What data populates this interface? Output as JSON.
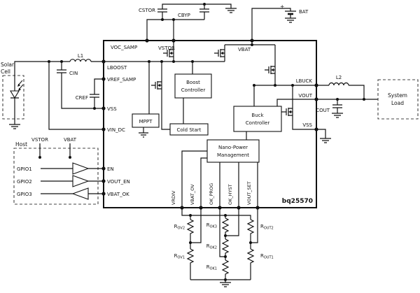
{
  "chip": {
    "name": "bq25570",
    "pins": {
      "top": [
        "VOC_SAMP",
        "VSTOR",
        "VBAT"
      ],
      "left": [
        "LBOOST",
        "VREF_SAMP",
        "VSS",
        "VIN_DC",
        "EN",
        "VOUT_EN",
        "VBAT_OK"
      ],
      "right": [
        "LBUCK",
        "VOUT",
        "VSS"
      ],
      "bottom": [
        "VRDIV",
        "VBAT_OV",
        "OK_PROG",
        "OK_HYST",
        "VOUT_SET"
      ]
    },
    "blocks": {
      "mppt": "MPPT",
      "boost_line1": "Boost",
      "boost_line2": "Controller",
      "cold_start": "Cold Start",
      "buck_line1": "Buck",
      "buck_line2": "Controller",
      "npm_line1": "Nano-Power",
      "npm_line2": "Management"
    }
  },
  "external": {
    "solar_line1": "Solar",
    "solar_line2": "Cell",
    "inductor_boost": "L1",
    "inductor_buck": "L2",
    "cap_in": "CIN",
    "cap_ref": "CREF",
    "cap_stor": "CSTOR",
    "cap_byp": "CBYP",
    "cap_out": "COUT",
    "battery_plus": "+",
    "battery_label": "BAT",
    "system_load_line1": "System",
    "system_load_line2": "Load",
    "host": {
      "title": "Host",
      "rail_vstor": "VSTOR",
      "rail_vbat": "VBAT",
      "gpio1": "GPIO1",
      "gpio2": "GPIO2",
      "gpio3": "GPIO3"
    },
    "resistors": [
      {
        "prefix": "R",
        "sub": "OV2"
      },
      {
        "prefix": "R",
        "sub": "OV1"
      },
      {
        "prefix": "R",
        "sub": "OK3"
      },
      {
        "prefix": "R",
        "sub": "OK2"
      },
      {
        "prefix": "R",
        "sub": "OK1"
      },
      {
        "prefix": "R",
        "sub": "OUT2"
      },
      {
        "prefix": "R",
        "sub": "OUT1"
      }
    ]
  }
}
